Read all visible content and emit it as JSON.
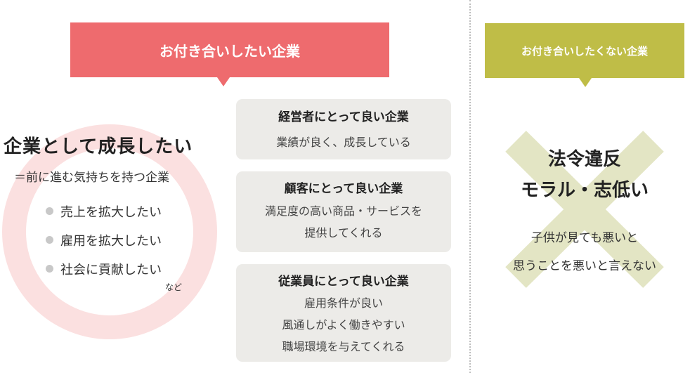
{
  "left_banner": {
    "label": "お付き合いしたい企業",
    "color": "#ee6b6e"
  },
  "right_banner": {
    "label": "お付き合いしたくない企業",
    "color": "#bfbd47"
  },
  "circle_panel": {
    "title": "企業として成長したい",
    "subtitle": "＝前に進む気持ちを持つ企業",
    "bullets": [
      "売上を拡大したい",
      "雇用を拡大したい",
      "社会に貢献したい"
    ],
    "note": "など",
    "ring_color": "#fbe0e0"
  },
  "cards": [
    {
      "title": "経営者にとって良い企業",
      "lines": [
        "業績が良く、成長している"
      ]
    },
    {
      "title": "顧客にとって良い企業",
      "lines": [
        "満足度の高い商品・サービスを",
        "提供してくれる"
      ]
    },
    {
      "title": "従業員にとって良い企業",
      "lines": [
        "雇用条件が良い",
        "風通しがよく働きやすい",
        "職場環境を与えてくれる"
      ]
    }
  ],
  "right_panel": {
    "title_lines": [
      "法令違反",
      "モラル・志低い"
    ],
    "desc_lines": [
      "子供が見ても悪いと",
      "思うことを悪いと言えない"
    ],
    "x_color": "#e3e5c4"
  }
}
